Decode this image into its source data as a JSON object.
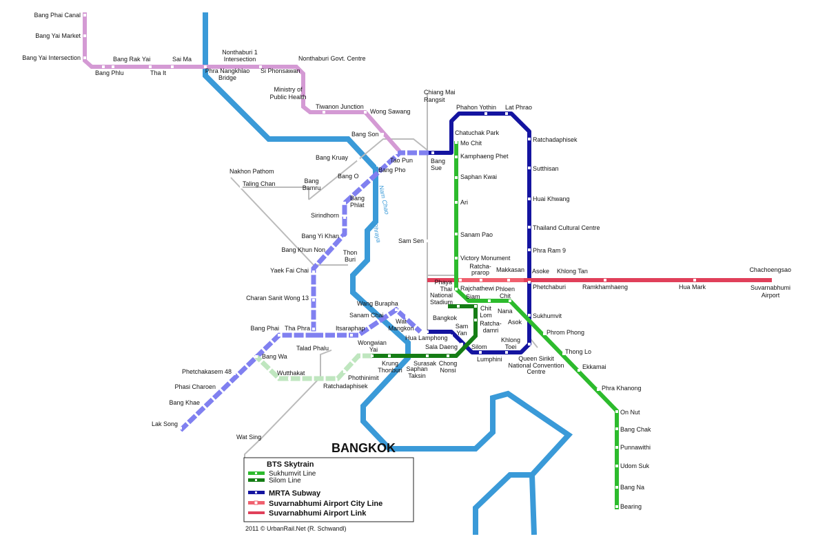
{
  "title": "BANGKOK",
  "credit": "2011 © UrbanRail.Net (R. Schwandl)",
  "river": [
    "Nam Chao",
    "Phraya"
  ],
  "colors": {
    "sukhumvit": "#2dbb2d",
    "silom": "#157d15",
    "mrta": "#1414a0",
    "city_line": "#f0606e",
    "airport_link": "#e0405a",
    "purple": "#d49ad4",
    "blue_ext": "#8080f0",
    "green_ext": "#bfe6bf",
    "river": "#3a9ad8",
    "srt": "#bbbbbb"
  },
  "legend": {
    "heading": "BTS Skytrain",
    "sukhumvit": "Sukhumvit Line",
    "silom": "Silom Line",
    "mrta": "MRTA Subway",
    "city_line": "Suvarnabhumi Airport City Line",
    "airport_link": "Suvarnabhumi Airport Link"
  },
  "stations": {
    "bang_phai_canal": "Bang Phai Canal",
    "bang_yai_market": "Bang Yai Market",
    "bang_yai_intersection": "Bang Yai Intersection",
    "bang_rak_yai": "Bang Rak Yai",
    "bang_phlu": "Bang Phlu",
    "tha_it": "Tha It",
    "sai_ma": "Sai Ma",
    "nonthaburi_1": [
      "Nonthaburi 1",
      "Intersection"
    ],
    "phra_nangkhlao": [
      "Phra Nangkhlao",
      "Bridge"
    ],
    "si_phonsawan": "Si Phonsawan",
    "nonthaburi_govt": "Nonthaburi Govt. Centre",
    "ministry": [
      "Ministry of",
      "Public Health"
    ],
    "tiwanon": "Tiwanon Junction",
    "wong_sawang": "Wong Sawang",
    "chiang_mai": [
      "Chiang Mai",
      "Rangsit"
    ],
    "bang_son": "Bang Son",
    "tao_pun": "Tao Pun",
    "bang_sue": [
      "Bang",
      "Sue"
    ],
    "bang_kruay": "Bang Kruay",
    "bang_pho": "Bang Pho",
    "nakhon_pathom": "Nakhon Pathom",
    "taling_chan": "Taling Chan",
    "bang_bamru": [
      "Bang",
      "Bamru"
    ],
    "bang_o": "Bang O",
    "bang_phlat": [
      "Bang",
      "Phlat"
    ],
    "sirindhorn": "Sirindhorn",
    "bang_yi_khan": "Bang Yi Khan",
    "bang_khun_non": "Bang Khun Non",
    "thon_buri": [
      "Thon",
      "Buri"
    ],
    "yaek_fai_chai": "Yaek Fai Chai",
    "charan": "Charan Sanit Wong 13",
    "bang_phai": "Bang Phai",
    "tha_phra": "Tha Phra",
    "itsaraphap": "Itsaraphap",
    "wang_burapha": "Wang Burapha",
    "sanam_chai": "Sanam Chai",
    "wat_mangkon": [
      "Wat",
      "Mangkon"
    ],
    "talad_phalu": "Talad Phalu",
    "wongwian_yai": [
      "Wongwian",
      "Yai"
    ],
    "bang_wa": "Bang Wa",
    "phetchakasem": "Phetchakasem 48",
    "phasi_charoen": "Phasi Charoen",
    "bang_khae": "Bang Khae",
    "lak_song": "Lak Song",
    "wutthakat": "Wutthakat",
    "phothinimit": "Phothinimit",
    "ratchadaphisek_w": "Ratchadaphisek",
    "wat_sing": "Wat Sing",
    "krung_thonburi": [
      "Krung",
      "Thonburi"
    ],
    "surasak": "Surasak",
    "saphan_taksin": [
      "Saphan",
      "Taksin"
    ],
    "chong_nonsi": [
      "Chong",
      "Nonsi"
    ],
    "sam_sen": "Sam Sen",
    "phahon_yothin": "Phahon Yothin",
    "lat_phrao": "Lat Phrao",
    "chatuchak": "Chatuchak Park",
    "mo_chit": "Mo Chit",
    "kamphaeng_phet": "Kamphaeng Phet",
    "saphan_kwai": "Saphan Kwai",
    "ari": "Ari",
    "sanam_pao": "Sanam Pao",
    "victory": "Victory Monument",
    "ratchadaphisek": "Ratchadaphisek",
    "sutthisan": "Sutthisan",
    "huai_khwang": "Huai Khwang",
    "cultural_centre": "Thailand Cultural Centre",
    "phra_ram_9": "Phra Ram 9",
    "ratchaprarop": [
      "Ratcha-",
      "prarop"
    ],
    "makkasan": "Makkasan",
    "asoke": "Asoke",
    "khlong_tan": "Khlong Tan",
    "chachoengsao": "Chachoengsao",
    "phaya_thai": [
      "Phaya",
      "Thai"
    ],
    "rajchathewi": "Rajchathewi",
    "phetchaburi": "Phetchaburi",
    "ramkhamhaeng": "Ramkhamhaeng",
    "hua_mark": "Hua Mark",
    "suvarnabhumi": [
      "Suvarnabhumi",
      "Airport"
    ],
    "national_stadium": [
      "National",
      "Stadium"
    ],
    "siam": "Siam",
    "phloen_chit": [
      "Phloen",
      "Chit"
    ],
    "chit_lom": [
      "Chit",
      "Lom"
    ],
    "nana": "Nana",
    "sukhumvit": "Sukhumvit",
    "asok": "Asok",
    "bangkok": "Bangkok",
    "sam_yan": [
      "Sam",
      "Yan"
    ],
    "ratchadamri": [
      "Ratcha-",
      "damri"
    ],
    "hua_lamphong": "Hua Lamphong",
    "sala_daeng": "Sala Daeng",
    "silom": "Silom",
    "lumphini": "Lumphini",
    "khlong_toei": [
      "Khlong",
      "Toei"
    ],
    "queen_sirikit": [
      "Queen Sirikit",
      "National Convention",
      "Centre"
    ],
    "phrom_phong": "Phrom Phong",
    "thong_lo": "Thong Lo",
    "ekkamai": "Ekkamai",
    "phra_khanong": "Phra Khanong",
    "on_nut": "On Nut",
    "bang_chak": "Bang Chak",
    "punnawithi": "Punnawithi",
    "udom_suk": "Udom Suk",
    "bang_na": "Bang Na",
    "bearing": "Bearing"
  }
}
